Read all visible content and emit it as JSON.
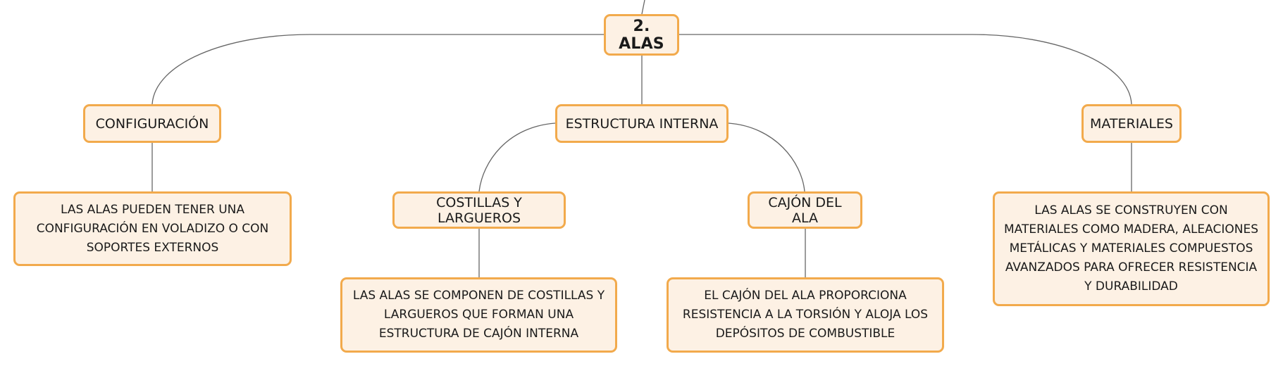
{
  "colors": {
    "node_fill": "#fdf1e4",
    "node_border": "#f2aa4c",
    "connector": "#666666",
    "text": "#1a1a1a"
  },
  "root": {
    "label": "2. ALAS"
  },
  "branches": [
    {
      "label": "CONFIGURACIÓN",
      "detail": "LAS ALAS PUEDEN TENER UNA CONFIGURACIÓN EN VOLADIZO O CON SOPORTES EXTERNOS"
    },
    {
      "label": "ESTRUCTURA INTERNA",
      "children": [
        {
          "label": "COSTILLAS Y LARGUEROS",
          "detail": "LAS ALAS SE COMPONEN DE COSTILLAS Y LARGUEROS QUE FORMAN UNA ESTRUCTURA DE CAJÓN INTERNA"
        },
        {
          "label": "CAJÓN DEL ALA",
          "detail": "EL CAJÓN DEL ALA PROPORCIONA RESISTENCIA A LA TORSIÓN Y ALOJA LOS DEPÓSITOS DE COMBUSTIBLE"
        }
      ]
    },
    {
      "label": "MATERIALES",
      "detail": "LAS ALAS SE CONSTRUYEN CON MATERIALES COMO MADERA, ALEACIONES METÁLICAS Y MATERIALES COMPUESTOS AVANZADOS PARA OFRECER RESISTENCIA Y DURABILIDAD"
    }
  ]
}
